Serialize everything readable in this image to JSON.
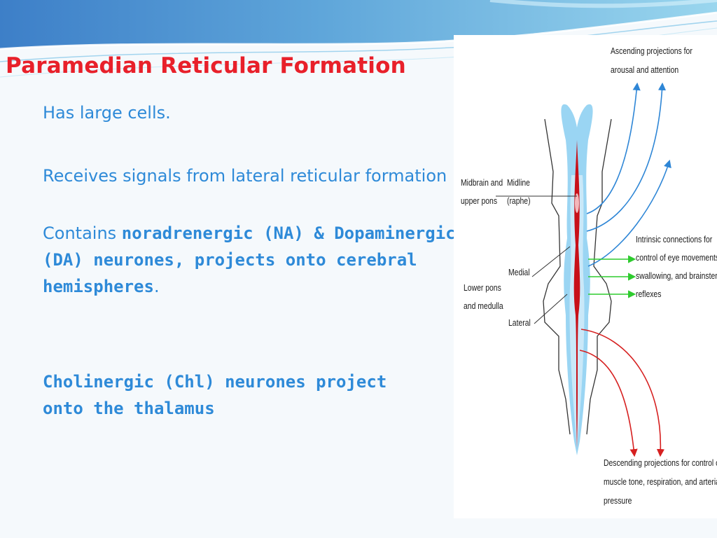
{
  "slide": {
    "title": "Paramedian Reticular Formation",
    "bullets": {
      "large_cells": "Has large cells.",
      "receives": "Receives signals from lateral reticular formation",
      "contains_prefix": "Contains ",
      "contains_bold": "noradrenergic (NA) & Dopaminergic (DA) neurones, projects onto cerebral hemispheres",
      "contains_suffix": ".",
      "cholinergic": "Cholinergic (Chl) neurones project onto the thalamus"
    },
    "colors": {
      "title": "#e8202a",
      "text": "#2e8ad8"
    }
  },
  "diagram": {
    "labels": {
      "ascending_1": "Ascending projections for",
      "ascending_2": "arousal and attention",
      "midbrain_1": "Midbrain and",
      "midbrain_2": "upper pons",
      "midline_1": "Midline",
      "midline_2": "(raphe)",
      "intrinsic_1": "Intrinsic connections for",
      "intrinsic_2": "control of eye movements,",
      "intrinsic_3": "swallowing, and brainstem",
      "intrinsic_4": "reflexes",
      "medial": "Medial",
      "lower_pons_1": "Lower pons",
      "lower_pons_2": "and medulla",
      "lateral": "Lateral",
      "descending_1": "Descending projections for control of",
      "descending_2": "muscle tone, respiration, and arterial",
      "descending_3": "pressure"
    },
    "colors": {
      "ascending_arrows": "#2e86d6",
      "intrinsic_arrows": "#2ecb2e",
      "descending_arrows": "#d62020",
      "raphe": "#c81018",
      "lateral_zone": "#8fd0f2"
    }
  }
}
